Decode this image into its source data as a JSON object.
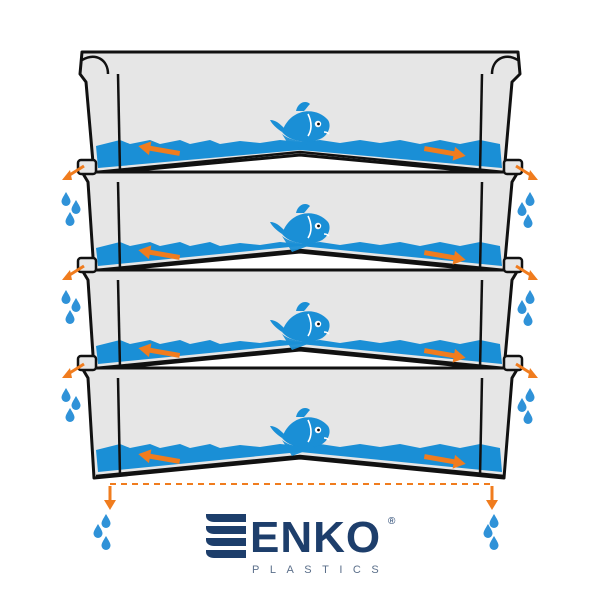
{
  "colors": {
    "water": "#1a8fd6",
    "crate": "#e6e6e6",
    "outline": "#111111",
    "arrow": "#f07c1e",
    "drop": "#2f92d8",
    "logo_dark": "#1d3e6b"
  },
  "illustration": {
    "crates": 4,
    "icons": [
      "fish-icon",
      "flow-arrow-icon",
      "water-drop-icon"
    ]
  },
  "logo": {
    "name": "ENKO",
    "registered": "®",
    "subtitle": "PLASTICS"
  }
}
